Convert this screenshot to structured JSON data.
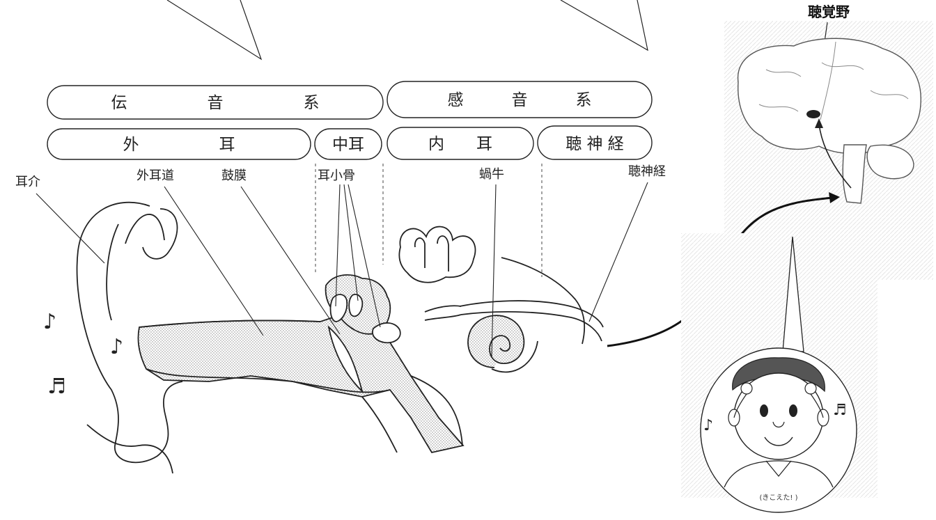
{
  "groups": {
    "conductive": "伝　　　　　音　　　　　系",
    "sensorineural": "感　　　音　　　系"
  },
  "sections": {
    "outer_ear": "外　　　　　耳",
    "middle_ear": "中耳",
    "inner_ear": "内　　耳",
    "auditory_nerve": "聴 神 経"
  },
  "labels": {
    "pinna": "耳介",
    "ear_canal": "外耳道",
    "eardrum": "鼓膜",
    "ossicles": "耳小骨",
    "cochlea": "蝸牛",
    "auditory_nerve": "聴神経"
  },
  "brain": {
    "title": "聴覚野"
  },
  "child": {
    "speech": "(きこえた! )"
  },
  "music_notes": [
    "♪",
    "♪",
    "♬"
  ]
}
